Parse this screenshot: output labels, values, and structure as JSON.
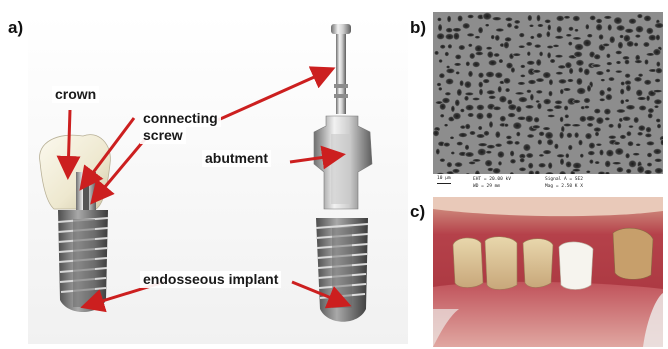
{
  "panels": {
    "a": "a)",
    "b": "b)",
    "c": "c)"
  },
  "labels": {
    "crown": "crown",
    "connecting_screw_line1": "connecting",
    "connecting_screw_line2": "screw",
    "abutment": "abutment",
    "endosseous_implant": "endosseous implant"
  },
  "sem_info": {
    "scale_bar": "10 µm",
    "eht": "EHT = 20.00 kV",
    "wd": "WD = 29 mm",
    "signal": "Signal A = SE2",
    "mag": "Mag = 2.50 K X"
  },
  "colors": {
    "arrow": "#cc1f1f",
    "metal_light": "#e6e6e6",
    "metal_dark": "#7d7d7d",
    "crown": "#f3efdd",
    "gum": "#b83a40",
    "tooth": "#ddc79a"
  }
}
